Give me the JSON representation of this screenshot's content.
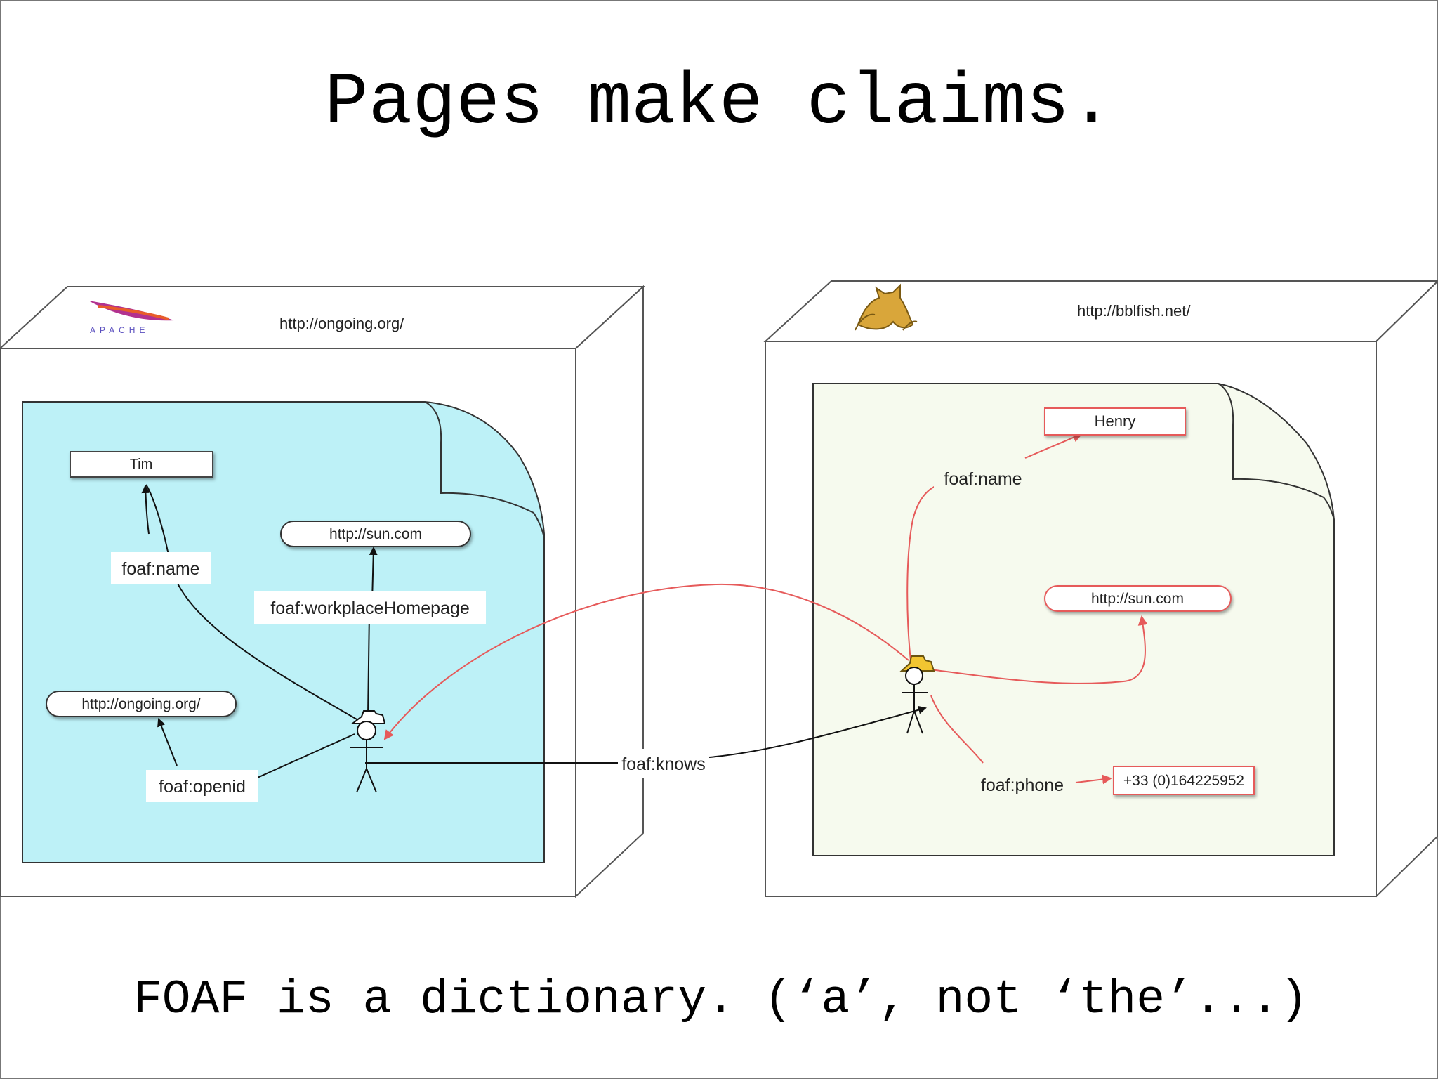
{
  "slide": {
    "title": "Pages make claims.",
    "footer": "FOAF is a dictionary. (‘a’, not ‘the’...)"
  },
  "left_server": {
    "url": "http://ongoing.org/",
    "logo_text": "APACHE",
    "nodes": {
      "name_value": "Tim",
      "workplace_value": "http://sun.com",
      "openid_value": "http://ongoing.org/"
    },
    "edges": {
      "name": "foaf:name",
      "workplace": "foaf:workplaceHomepage",
      "openid": "foaf:openid"
    }
  },
  "right_server": {
    "url": "http://bblfish.net/",
    "logo_icon": "tomcat-cat-icon",
    "nodes": {
      "name_value": "Henry",
      "workplace_value": "http://sun.com",
      "phone_value": "+33 (0)164225952"
    },
    "edges": {
      "name": "foaf:name",
      "phone": "foaf:phone"
    }
  },
  "cross_link": {
    "knows": "foaf:knows"
  },
  "colors": {
    "left_page": "#bdf1f7",
    "right_page": "#f6faee",
    "red_edge": "#e65a5a",
    "black_edge": "#111111"
  }
}
